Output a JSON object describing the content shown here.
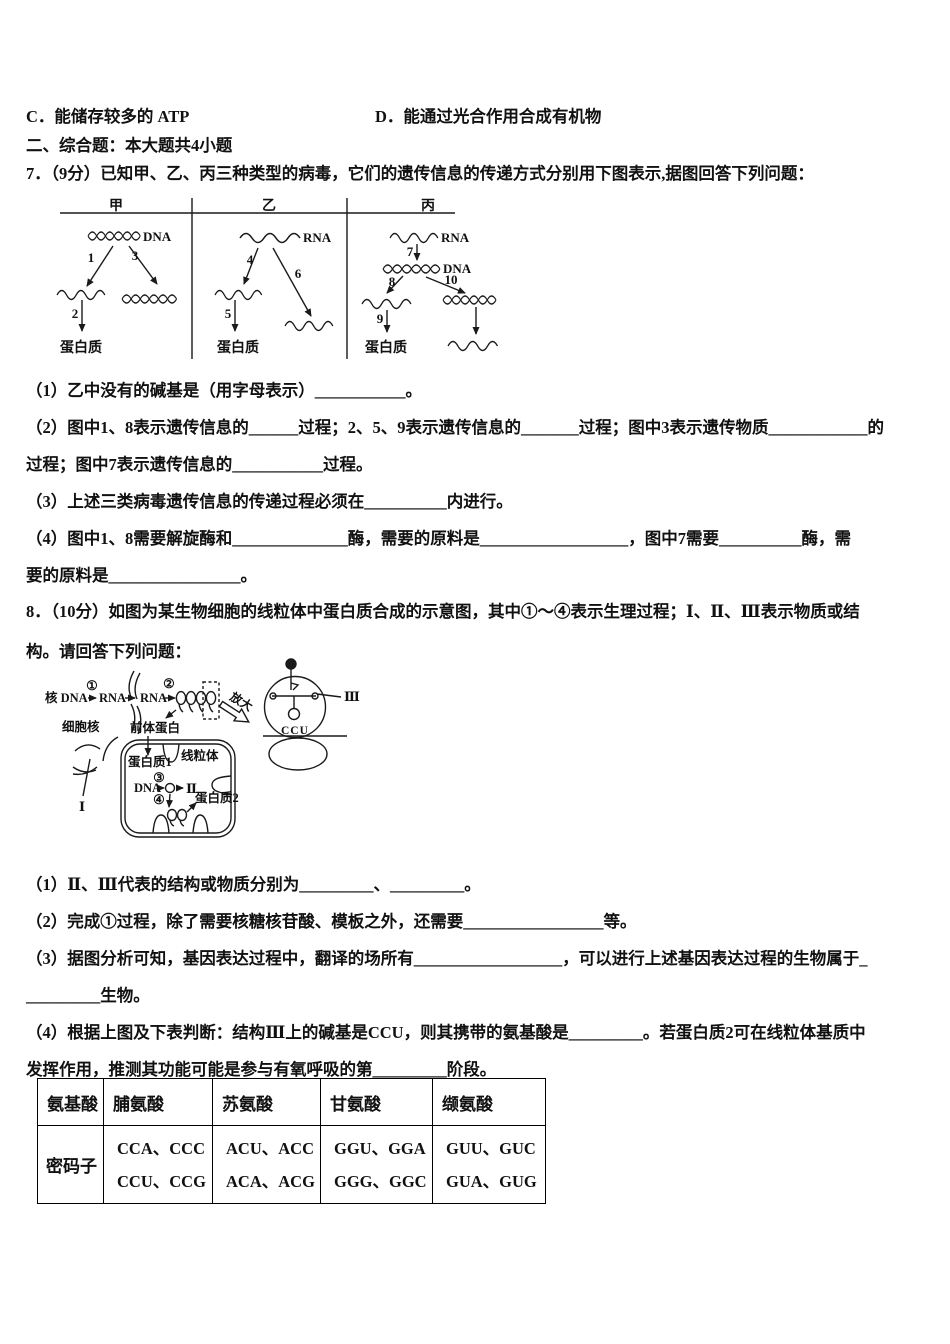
{
  "options": {
    "c": "C．能储存较多的 ATP",
    "d": "D．能通过光合作用合成有机物"
  },
  "section_header": "二、综合题：本大题共4小题",
  "q7": {
    "stem": "7．（9分）已知甲、乙、丙三种类型的病毒，它们的遗传信息的传递方式分别用下图表示,据图回答下列问题：",
    "lines": [
      "（1）乙中没有的碱基是（用字母表示）___________。",
      "（2）图中1、8表示遗传信息的______过程；2、5、9表示遗传信息的_______过程；图中3表示遗传物质____________的",
      "过程；图中7表示遗传信息的___________过程。",
      "（3）上述三类病毒遗传信息的传递过程必须在__________内进行。",
      "（4）图中1、8需要解旋酶和______________酶，需要的原料是__________________，图中7需要__________酶，需",
      "要的原料是________________。"
    ],
    "diagram": {
      "col_jia": "甲",
      "col_yi": "乙",
      "col_bing": "丙",
      "dna": "DNA",
      "rna": "RNA",
      "protein": "蛋白质",
      "n1": "1",
      "n2": "2",
      "n3": "3",
      "n4": "4",
      "n5": "5",
      "n6": "6",
      "n7": "7",
      "n8": "8",
      "n9": "9",
      "n10": "10"
    }
  },
  "q8": {
    "stem_line1": "8．（10分）如图为某生物细胞的线粒体中蛋白质合成的示意图，其中①～④表示生理过程；Ⅰ、Ⅱ、Ⅲ表示物质或结",
    "stem_line2": "构。请回答下列问题：",
    "lines": [
      "（1）Ⅱ、Ⅲ代表的结构或物质分别为_________、_________。",
      "（2）完成①过程，除了需要核糖核苷酸、模板之外，还需要_________________等。",
      "（3）据图分析可知，基因表达过程中，翻译的场所有__________________，可以进行上述基因表达过程的生物属于_",
      "_________生物。",
      "（4）根据上图及下表判断：结构Ⅲ上的碱基是CCU，则其携带的氨基酸是_________。若蛋白质2可在线粒体基质中",
      "发挥作用，推测其功能可能是参与有氧呼吸的第_________阶段。"
    ],
    "diagram": {
      "nuc_dna": "核 DNA",
      "rna": "RNA",
      "p1": "①",
      "p2": "②",
      "p3": "③",
      "p4": "④",
      "nucleus": "细胞核",
      "precursor": "前体蛋白",
      "zoom_label": "放大",
      "r1": "Ⅰ",
      "r2": "Ⅱ",
      "r3": "Ⅲ",
      "anticodon": "CCU",
      "mito": "线粒体",
      "protein1": "蛋白质1",
      "protein2": "蛋白质2",
      "dna": "DNA"
    }
  },
  "codon_table": {
    "headers": [
      "氨基酸",
      "脯氨酸",
      "苏氨酸",
      "甘氨酸",
      "缬氨酸"
    ],
    "row_label": "密码子",
    "codons": [
      [
        "CCA、CCC",
        "CCU、CCG"
      ],
      [
        "ACU、ACC",
        "ACA、ACG"
      ],
      [
        "GGU、GGA",
        "GGG、GGC"
      ],
      [
        "GUU、GUC",
        "GUA、GUG"
      ]
    ]
  }
}
